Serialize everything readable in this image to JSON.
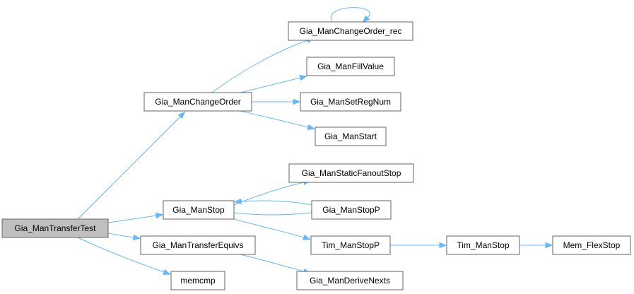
{
  "graph": {
    "colors": {
      "edge": "#63b8ff",
      "root_fill": "#bfbfbf",
      "node_border": "#666666",
      "node_fill": "#ffffff"
    },
    "nodes": {
      "transfer_test": {
        "label": "Gia_ManTransferTest",
        "root": true
      },
      "change_order": {
        "label": "Gia_ManChangeOrder"
      },
      "change_order_rec": {
        "label": "Gia_ManChangeOrder_rec"
      },
      "fill_value": {
        "label": "Gia_ManFillValue"
      },
      "set_reg_num": {
        "label": "Gia_ManSetRegNum"
      },
      "start": {
        "label": "Gia_ManStart"
      },
      "stop": {
        "label": "Gia_ManStop"
      },
      "static_fanout_stop": {
        "label": "Gia_ManStaticFanoutStop"
      },
      "stop_p": {
        "label": "Gia_ManStopP"
      },
      "tim_stop_p": {
        "label": "Tim_ManStopP"
      },
      "tim_stop": {
        "label": "Tim_ManStop"
      },
      "mem_flex_stop": {
        "label": "Mem_FlexStop"
      },
      "transfer_equivs": {
        "label": "Gia_ManTransferEquivs"
      },
      "derive_nexts": {
        "label": "Gia_ManDeriveNexts"
      },
      "memcmp": {
        "label": "memcmp"
      }
    },
    "edges": [
      {
        "from": "transfer_test",
        "to": "change_order"
      },
      {
        "from": "transfer_test",
        "to": "stop"
      },
      {
        "from": "transfer_test",
        "to": "transfer_equivs"
      },
      {
        "from": "transfer_test",
        "to": "memcmp"
      },
      {
        "from": "change_order",
        "to": "change_order_rec"
      },
      {
        "from": "change_order",
        "to": "fill_value"
      },
      {
        "from": "change_order",
        "to": "set_reg_num"
      },
      {
        "from": "change_order",
        "to": "start"
      },
      {
        "from": "change_order_rec",
        "to": "change_order_rec"
      },
      {
        "from": "stop",
        "to": "static_fanout_stop"
      },
      {
        "from": "stop",
        "to": "stop_p"
      },
      {
        "from": "stop",
        "to": "tim_stop_p"
      },
      {
        "from": "stop_p",
        "to": "stop"
      },
      {
        "from": "tim_stop_p",
        "to": "tim_stop"
      },
      {
        "from": "tim_stop",
        "to": "mem_flex_stop"
      },
      {
        "from": "transfer_equivs",
        "to": "derive_nexts"
      }
    ]
  }
}
